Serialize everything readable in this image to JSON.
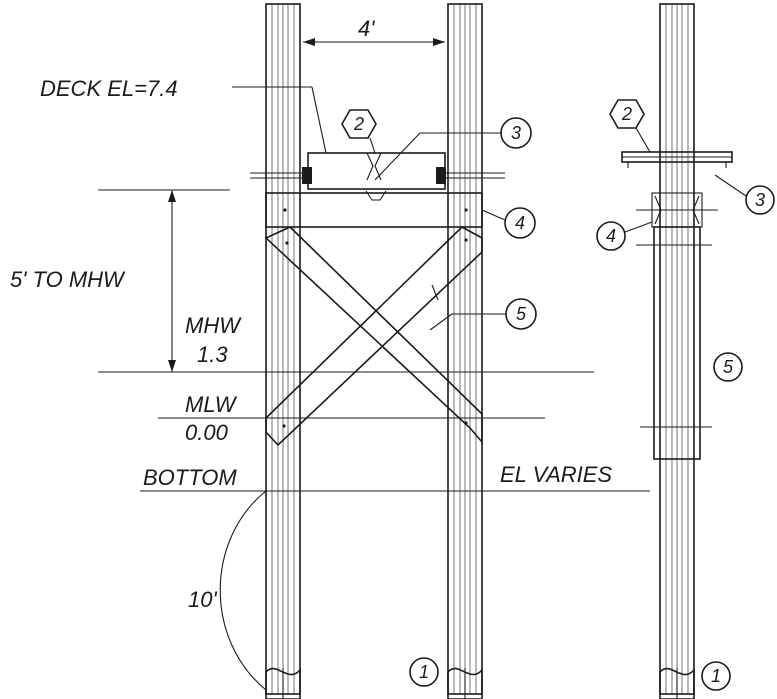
{
  "labels": {
    "spacing": "4'",
    "deck_elevation": "DECK EL=7.4",
    "to_mhw": "5' TO MHW",
    "mhw": "MHW",
    "mhw_value": "1.3",
    "mlw": "MLW",
    "mlw_value": "0.00",
    "bottom": "BOTTOM",
    "el_varies": "EL VARIES",
    "embedment": "10'"
  },
  "callouts": {
    "front_1": "1",
    "front_2": "2",
    "front_3": "3",
    "front_4": "4",
    "front_5": "5",
    "side_1": "1",
    "side_2": "2",
    "side_3": "3",
    "side_4": "4",
    "side_5": "5"
  }
}
